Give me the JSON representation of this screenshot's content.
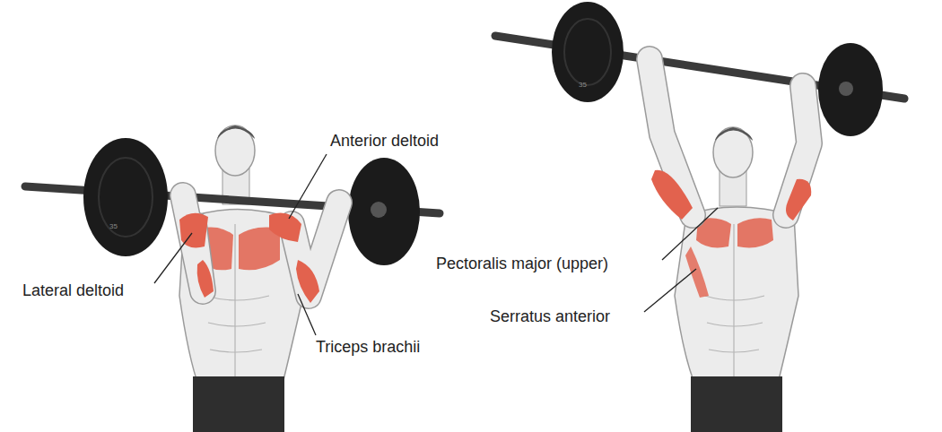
{
  "diagram": {
    "labels": [
      "Anterior deltoid",
      "Lateral deltoid",
      "Triceps brachii",
      "Pectoralis major (upper)",
      "Serratus anterior",
      "35",
      "35"
    ]
  }
}
